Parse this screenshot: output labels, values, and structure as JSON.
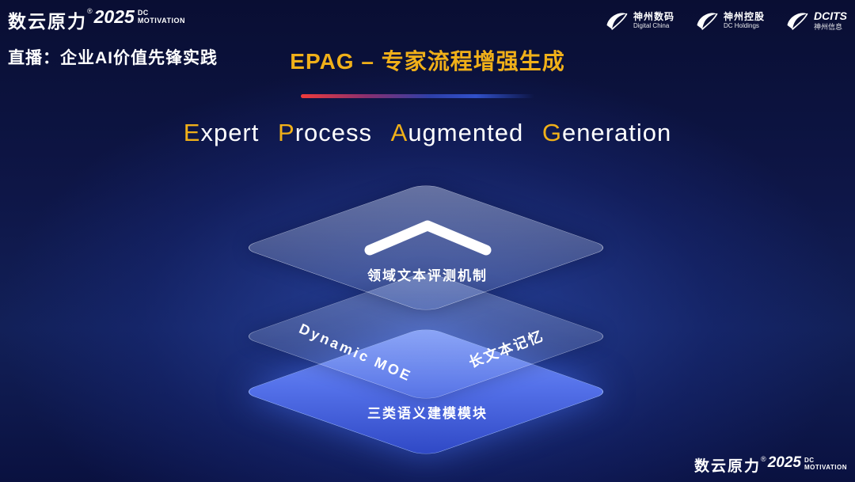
{
  "colors": {
    "background_navy": "#0e1647",
    "accent_gold": "#f0b019",
    "layer_blue": "#5572ea",
    "divider_red": "#ef3b3b",
    "divider_blue": "#3050c8"
  },
  "brand": {
    "name_cn": "数云原力",
    "reg_mark": "®",
    "year": "2025",
    "sub_line1": "DC",
    "sub_line2": "MOTIVATION"
  },
  "header": {
    "live_label": "直播：企业AI价值先锋实践",
    "title": "EPAG – 专家流程增强生成"
  },
  "subtitle": {
    "words": [
      {
        "initial": "E",
        "rest": "xpert"
      },
      {
        "initial": "P",
        "rest": "rocess"
      },
      {
        "initial": "A",
        "rest": "ugmented"
      },
      {
        "initial": "G",
        "rest": "eneration"
      }
    ]
  },
  "partner_logos": [
    {
      "line1": "神州数码",
      "line2": "Digital China"
    },
    {
      "line1": "神州控股",
      "line2": "DC Holdings"
    },
    {
      "line1": "DCITS",
      "line2": "神州信息"
    }
  ],
  "diagram": {
    "top_layer_label": "领域文本评测机制",
    "middle_layer_left_label": "Dynamic MOE",
    "middle_layer_right_label": "长文本记忆",
    "bottom_layer_label": "三类语义建模模块"
  }
}
